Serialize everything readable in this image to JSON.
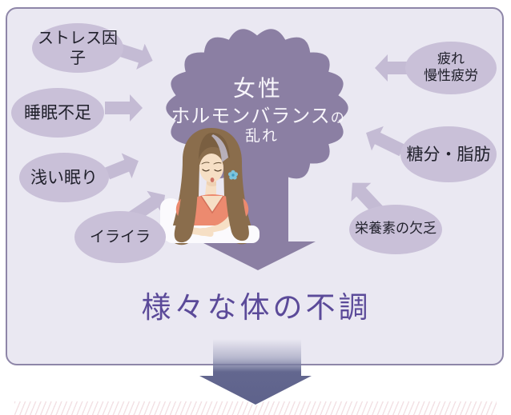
{
  "colors": {
    "page_bg": "#ffffff",
    "panel_bg": "#eae8f2",
    "panel_border": "#8e86a8",
    "bubble_fill": "#c9c0d8",
    "arrow_fill": "#c4bbd4",
    "cloud_fill": "#8b7fa3",
    "bubble_text": "#20202b",
    "cloud_text": "#f8f6fb",
    "result_text": "#5b4a99",
    "exit_arrow_dark": "#5e628b",
    "stripe_pink": "#e8c7cd",
    "woman_dress": "#ec8a6f",
    "woman_hair": "#8a6d4c",
    "sigh_flower": "#7cc4de"
  },
  "cloud": {
    "line1": "女性",
    "line2": "ホルモンバランス",
    "line2_particle": "の",
    "line3": "乱れ"
  },
  "bubbles": {
    "stress": "ストレス因子",
    "sleep_shortage": "睡眠不足",
    "shallow_sleep": "浅い眠り",
    "irritability": "イライラ",
    "fatigue_line1": "疲れ",
    "fatigue_line2": "慢性疲労",
    "sugar_fat": "糖分・脂肪",
    "nutrient_deficiency": "栄養素の欠乏"
  },
  "result": {
    "label": "様々な体の不調"
  },
  "illustration": {
    "description": "tired woman in coral dress sighing (blue flower sigh mark)"
  }
}
